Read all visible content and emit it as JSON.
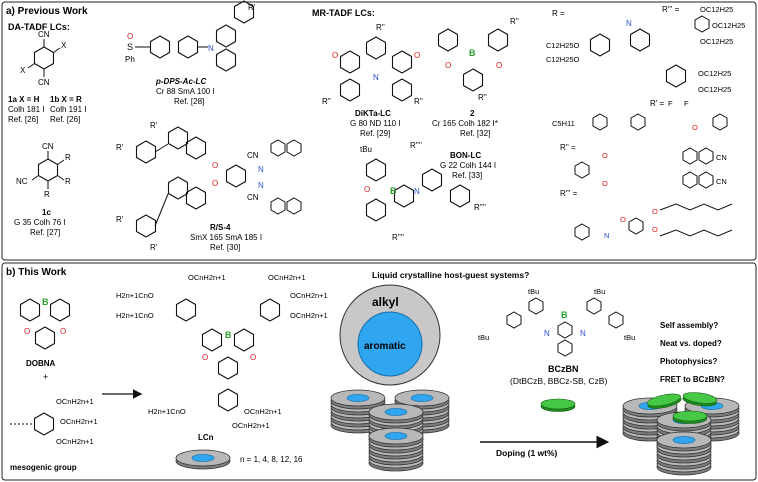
{
  "panel_a": {
    "header": "a) Previous Work",
    "da_title": "DA-TADF LCs:",
    "mr_title": "MR-TADF LCs:",
    "c1ab": {
      "label_a": "1a X = H",
      "label_b": "1b X = R",
      "phase_a": "Colh 181 I",
      "phase_b": "Colh 191 I",
      "ref_a": "Ref. [26]",
      "ref_b": "Ref. [26]",
      "atom_cn": "CN",
      "atom_x": "X"
    },
    "c1c": {
      "name": "1c",
      "phase": "G 35 Colh 76 I",
      "ref": "Ref. [27]",
      "atom_nc": "NC",
      "atom_r": "R"
    },
    "dps": {
      "name": "p-DPS-Ac-LC",
      "phase": "Cr 88 SmA 100 I",
      "ref": "Ref. [28]",
      "s_label": "S",
      "ph_label": "Ph",
      "o_label": "O",
      "r_label": "R'",
      "n_label": "N"
    },
    "dikta": {
      "name": "DiKTa-LC",
      "phase": "G 80 ND 110 I",
      "ref": "Ref. [29]",
      "o_label": "O",
      "n_label": "N",
      "r_label": "R''"
    },
    "c2": {
      "name": "2",
      "phase": "Cr 165 Colh 182 I*",
      "ref": "Ref. [32]",
      "b_label": "B",
      "o_label": "O",
      "r_label": "R''"
    },
    "rs4": {
      "name": "R/S-4",
      "phase": "SmX 165 SmA 185 I",
      "ref": "Ref. [30]",
      "cn_label": "CN",
      "o_label": "O",
      "n_label": "N",
      "r_label": "R'"
    },
    "bon": {
      "name": "BON-LC",
      "phase": "G 22 Colh 144 I",
      "ref": "Ref. [33]",
      "tbu": "tBu",
      "b_label": "B",
      "o_label": "O",
      "n_label": "N",
      "r_label": "R''''"
    },
    "rgroups": {
      "r_eq": "R =",
      "r1_eq": "R' =",
      "r2_eq": "R'' =",
      "r3_eq": "R''' =",
      "oc12": "OC12H25",
      "c12o": "C12H25O",
      "c5h11": "C5H11",
      "f_label": "F",
      "cn_label": "CN",
      "nh_label": "N",
      "o_label": "O"
    }
  },
  "panel_b": {
    "header": "b) This Work",
    "dobna": "DOBNA",
    "plus": "+",
    "mesogenic": "mesogenic group",
    "ocn": "OCnH2n+1",
    "hcno": "H2n+1CnO",
    "b_label": "B",
    "o_label": "O",
    "lcn": "LCn",
    "n_values": "n = 1, 4, 8, 12, 16",
    "question": "Liquid crystalline host-guest systems?",
    "alkyl": "alkyl",
    "aromatic": "aromatic",
    "bczbn": {
      "name": "BCzBN",
      "alt": "(DtBCzB, BBCz-SB, CzB)",
      "tbu": "tBu",
      "b_label": "B",
      "n_label": "N"
    },
    "doping": "Doping (1 wt%)",
    "questions": [
      "Self assembly?",
      "Neat vs. doped?",
      "Photophysics?",
      "FRET to BCzBN?"
    ]
  },
  "colors": {
    "boron": "#2a9d2a",
    "oxygen": "#e02020",
    "nitrogen": "#2a4fd0",
    "disc_gray": "#9a9a9a",
    "disc_blue": "#2fa6ef",
    "guest_green": "#3fc13f"
  }
}
